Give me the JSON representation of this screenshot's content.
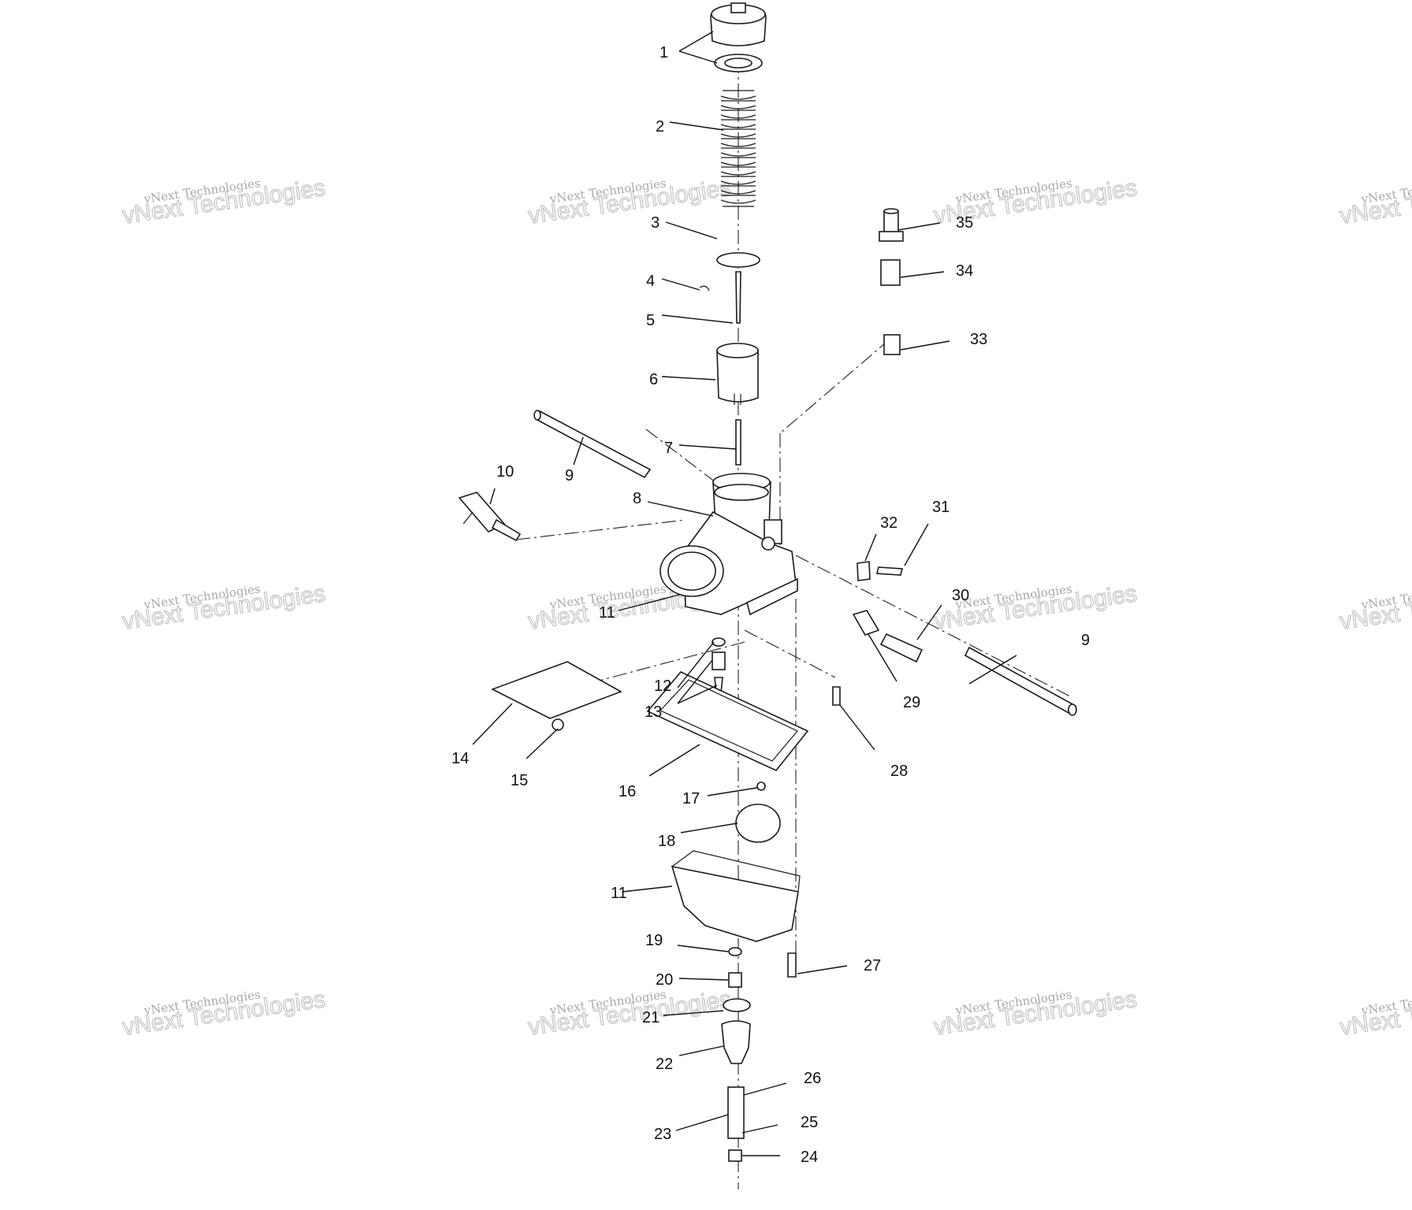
{
  "watermark": {
    "line1": "vNext Technologies",
    "line2": "vNext Technologies"
  },
  "labels": [
    {
      "id": "1",
      "text": "1"
    },
    {
      "id": "2",
      "text": "2"
    },
    {
      "id": "3",
      "text": "3"
    },
    {
      "id": "4",
      "text": "4"
    },
    {
      "id": "5",
      "text": "5"
    },
    {
      "id": "6",
      "text": "6"
    },
    {
      "id": "7",
      "text": "7"
    },
    {
      "id": "8",
      "text": "8"
    },
    {
      "id": "9a",
      "text": "9"
    },
    {
      "id": "9b",
      "text": "9"
    },
    {
      "id": "10",
      "text": "10"
    },
    {
      "id": "11a",
      "text": "11"
    },
    {
      "id": "11b",
      "text": "11"
    },
    {
      "id": "12",
      "text": "12"
    },
    {
      "id": "13",
      "text": "13"
    },
    {
      "id": "14",
      "text": "14"
    },
    {
      "id": "15",
      "text": "15"
    },
    {
      "id": "16",
      "text": "16"
    },
    {
      "id": "17",
      "text": "17"
    },
    {
      "id": "18",
      "text": "18"
    },
    {
      "id": "19",
      "text": "19"
    },
    {
      "id": "20",
      "text": "20"
    },
    {
      "id": "21",
      "text": "21"
    },
    {
      "id": "22",
      "text": "22"
    },
    {
      "id": "23",
      "text": "23"
    },
    {
      "id": "24",
      "text": "24"
    },
    {
      "id": "25",
      "text": "25"
    },
    {
      "id": "26",
      "text": "26"
    },
    {
      "id": "27",
      "text": "27"
    },
    {
      "id": "28",
      "text": "28"
    },
    {
      "id": "29",
      "text": "29"
    },
    {
      "id": "30",
      "text": "30"
    },
    {
      "id": "31",
      "text": "31"
    },
    {
      "id": "32",
      "text": "32"
    },
    {
      "id": "33",
      "text": "33"
    },
    {
      "id": "34",
      "text": "34"
    },
    {
      "id": "35",
      "text": "35"
    }
  ]
}
